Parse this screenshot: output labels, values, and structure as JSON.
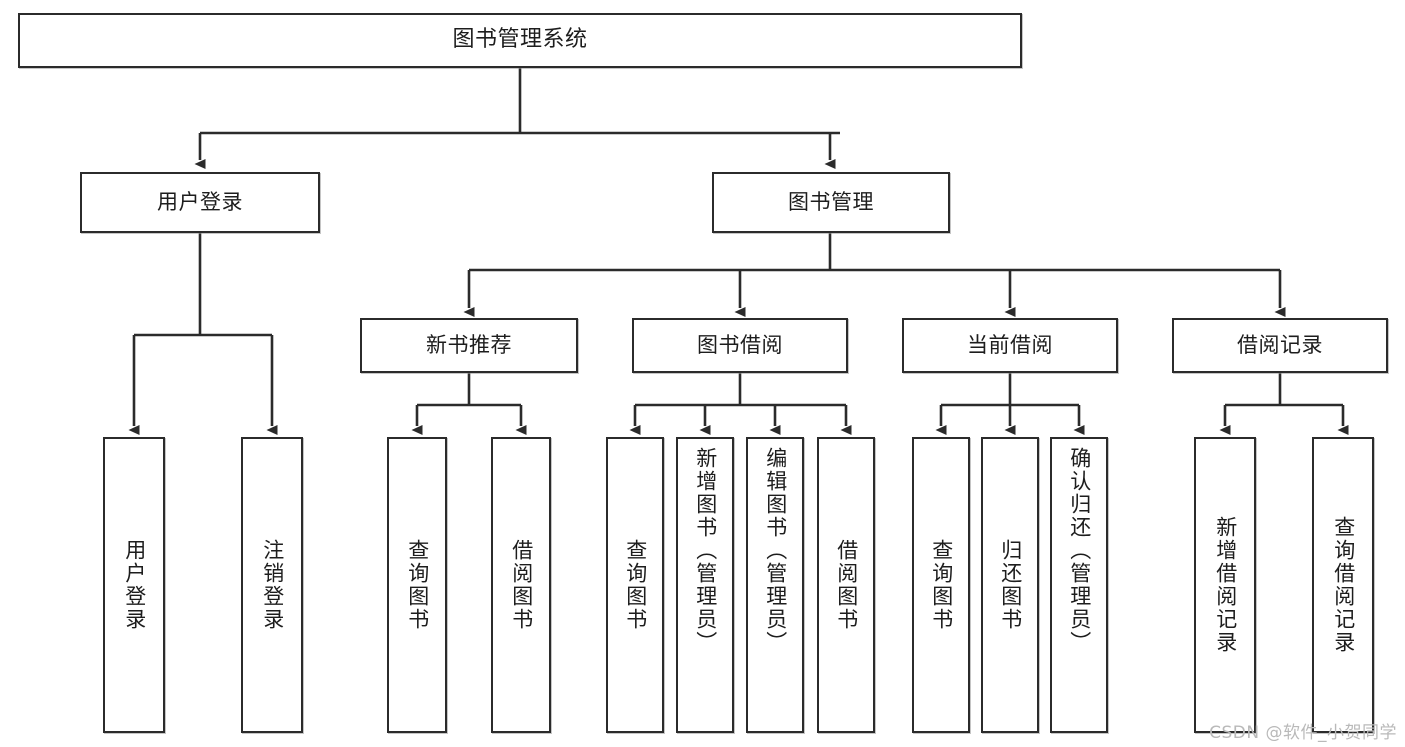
{
  "diagram": {
    "type": "tree",
    "title": "图书管理系统",
    "watermark": "CSDN @软件_小贺同学",
    "colors": {
      "background": "#ffffff",
      "stroke": "#2b2b2b",
      "text": "#1d1d1d",
      "watermark": "#b9b9b9"
    },
    "nodes": {
      "root": {
        "label": "图书管理系统"
      },
      "level2": [
        {
          "label": "用户登录"
        },
        {
          "label": "图书管理"
        }
      ],
      "level3": [
        {
          "label": "新书推荐"
        },
        {
          "label": "图书借阅"
        },
        {
          "label": "当前借阅"
        },
        {
          "label": "借阅记录"
        }
      ],
      "leaves": {
        "user_login": [
          {
            "label": "用户登录"
          },
          {
            "label": "注销登录"
          }
        ],
        "new_book_recommend": [
          {
            "label": "查询图书"
          },
          {
            "label": "借阅图书"
          }
        ],
        "book_borrow": [
          {
            "label": "查询图书"
          },
          {
            "label": "新增图书（管理员）"
          },
          {
            "label": "编辑图书（管理员）"
          },
          {
            "label": "借阅图书"
          }
        ],
        "current_borrow": [
          {
            "label": "查询图书"
          },
          {
            "label": "归还图书"
          },
          {
            "label": "确认归还（管理员）"
          }
        ],
        "borrow_record": [
          {
            "label": "新增借阅记录"
          },
          {
            "label": "查询借阅记录"
          }
        ]
      }
    }
  }
}
